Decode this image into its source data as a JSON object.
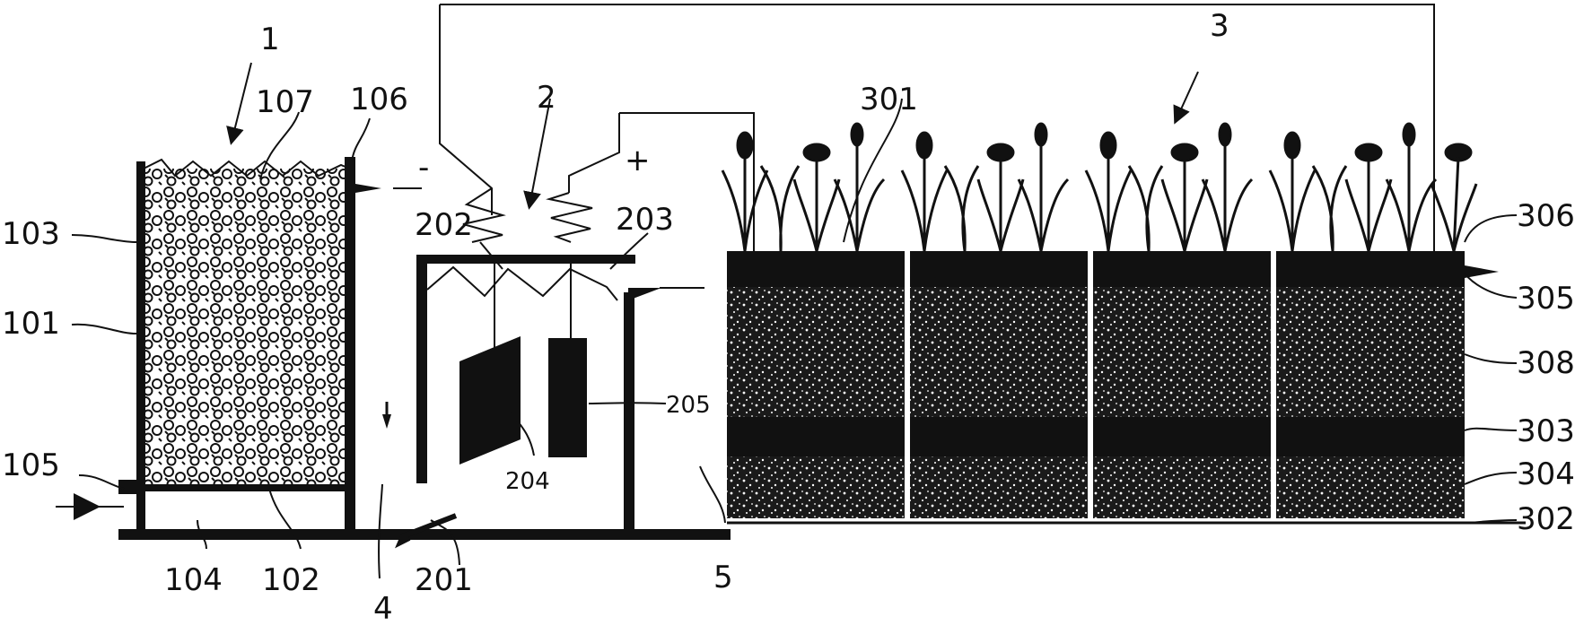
{
  "colors": {
    "ink": "#111111",
    "background": "#ffffff"
  },
  "labels": {
    "l1": "1",
    "l2": "2",
    "l3": "3",
    "l4": "4",
    "l5": "5",
    "l101": "101",
    "l102": "102",
    "l103": "103",
    "l104": "104",
    "l105": "105",
    "l106": "106",
    "l107": "107",
    "l201": "201",
    "l202": "202",
    "l203": "203",
    "l204": "204",
    "l205": "205",
    "l301": "301",
    "l302": "302",
    "l303": "303",
    "l304": "304",
    "l305": "305",
    "l306": "306",
    "l308": "308",
    "minus": "-",
    "plus": "+"
  }
}
